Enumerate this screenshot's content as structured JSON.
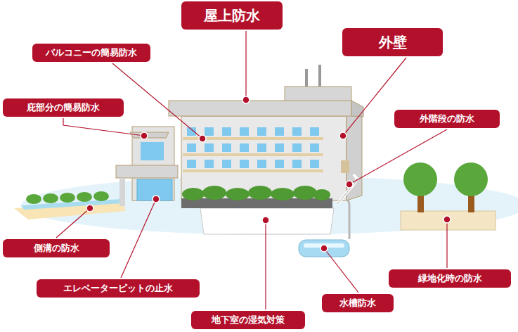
{
  "diagram": {
    "nodes": [
      {
        "text": [
          "屋上防水"
        ]
      },
      {
        "text": [
          "外壁"
        ]
      },
      {
        "text": [
          "バルコニーの簡易防水"
        ]
      },
      {
        "text": [
          "庇部分の簡易防水"
        ]
      },
      {
        "text": [
          "外階段の防水"
        ]
      },
      {
        "text": [
          "側溝の防水"
        ]
      },
      {
        "text": [
          "緑地化時の防水"
        ]
      },
      {
        "text": [
          "エレベーターピットの止水"
        ]
      },
      {
        "text": [
          "水槽防水"
        ]
      },
      {
        "text": [
          "地下室の湿気対策"
        ]
      }
    ]
  }
}
